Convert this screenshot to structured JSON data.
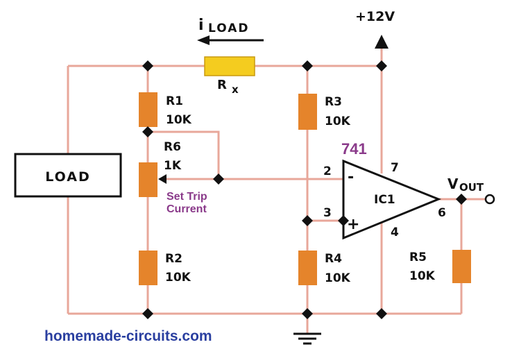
{
  "supply": {
    "label": "+12V"
  },
  "current": {
    "main": "i",
    "sub": "LOAD"
  },
  "load": {
    "label": "LOAD"
  },
  "resistors": {
    "rx": {
      "name": "R",
      "sub": "x"
    },
    "r1": {
      "name": "R1",
      "value": "10K"
    },
    "r2": {
      "name": "R2",
      "value": "10K"
    },
    "r3": {
      "name": "R3",
      "value": "10K"
    },
    "r4": {
      "name": "R4",
      "value": "10K"
    },
    "r5": {
      "name": "R5",
      "value": "10K"
    },
    "r6": {
      "name": "R6",
      "value": "1K"
    }
  },
  "trim_note": {
    "line1": "Set Trip",
    "line2": "Current"
  },
  "opamp": {
    "part": "741",
    "name": "IC1",
    "pins": {
      "inv": "2",
      "noninv": "3",
      "vplus": "7",
      "out": "6",
      "gnd": "4"
    },
    "minus": "-",
    "plus": "+"
  },
  "output": {
    "main": "V",
    "sub": "OUT"
  },
  "footer": {
    "site": "homemade-circuits.com"
  },
  "colors": {
    "wire": "#e8a79a",
    "resistor": "#e5842b",
    "rx": "#f4cc1f",
    "dark": "#111111",
    "purple": "#8a3a8a",
    "blue": "#2a3fa0"
  }
}
